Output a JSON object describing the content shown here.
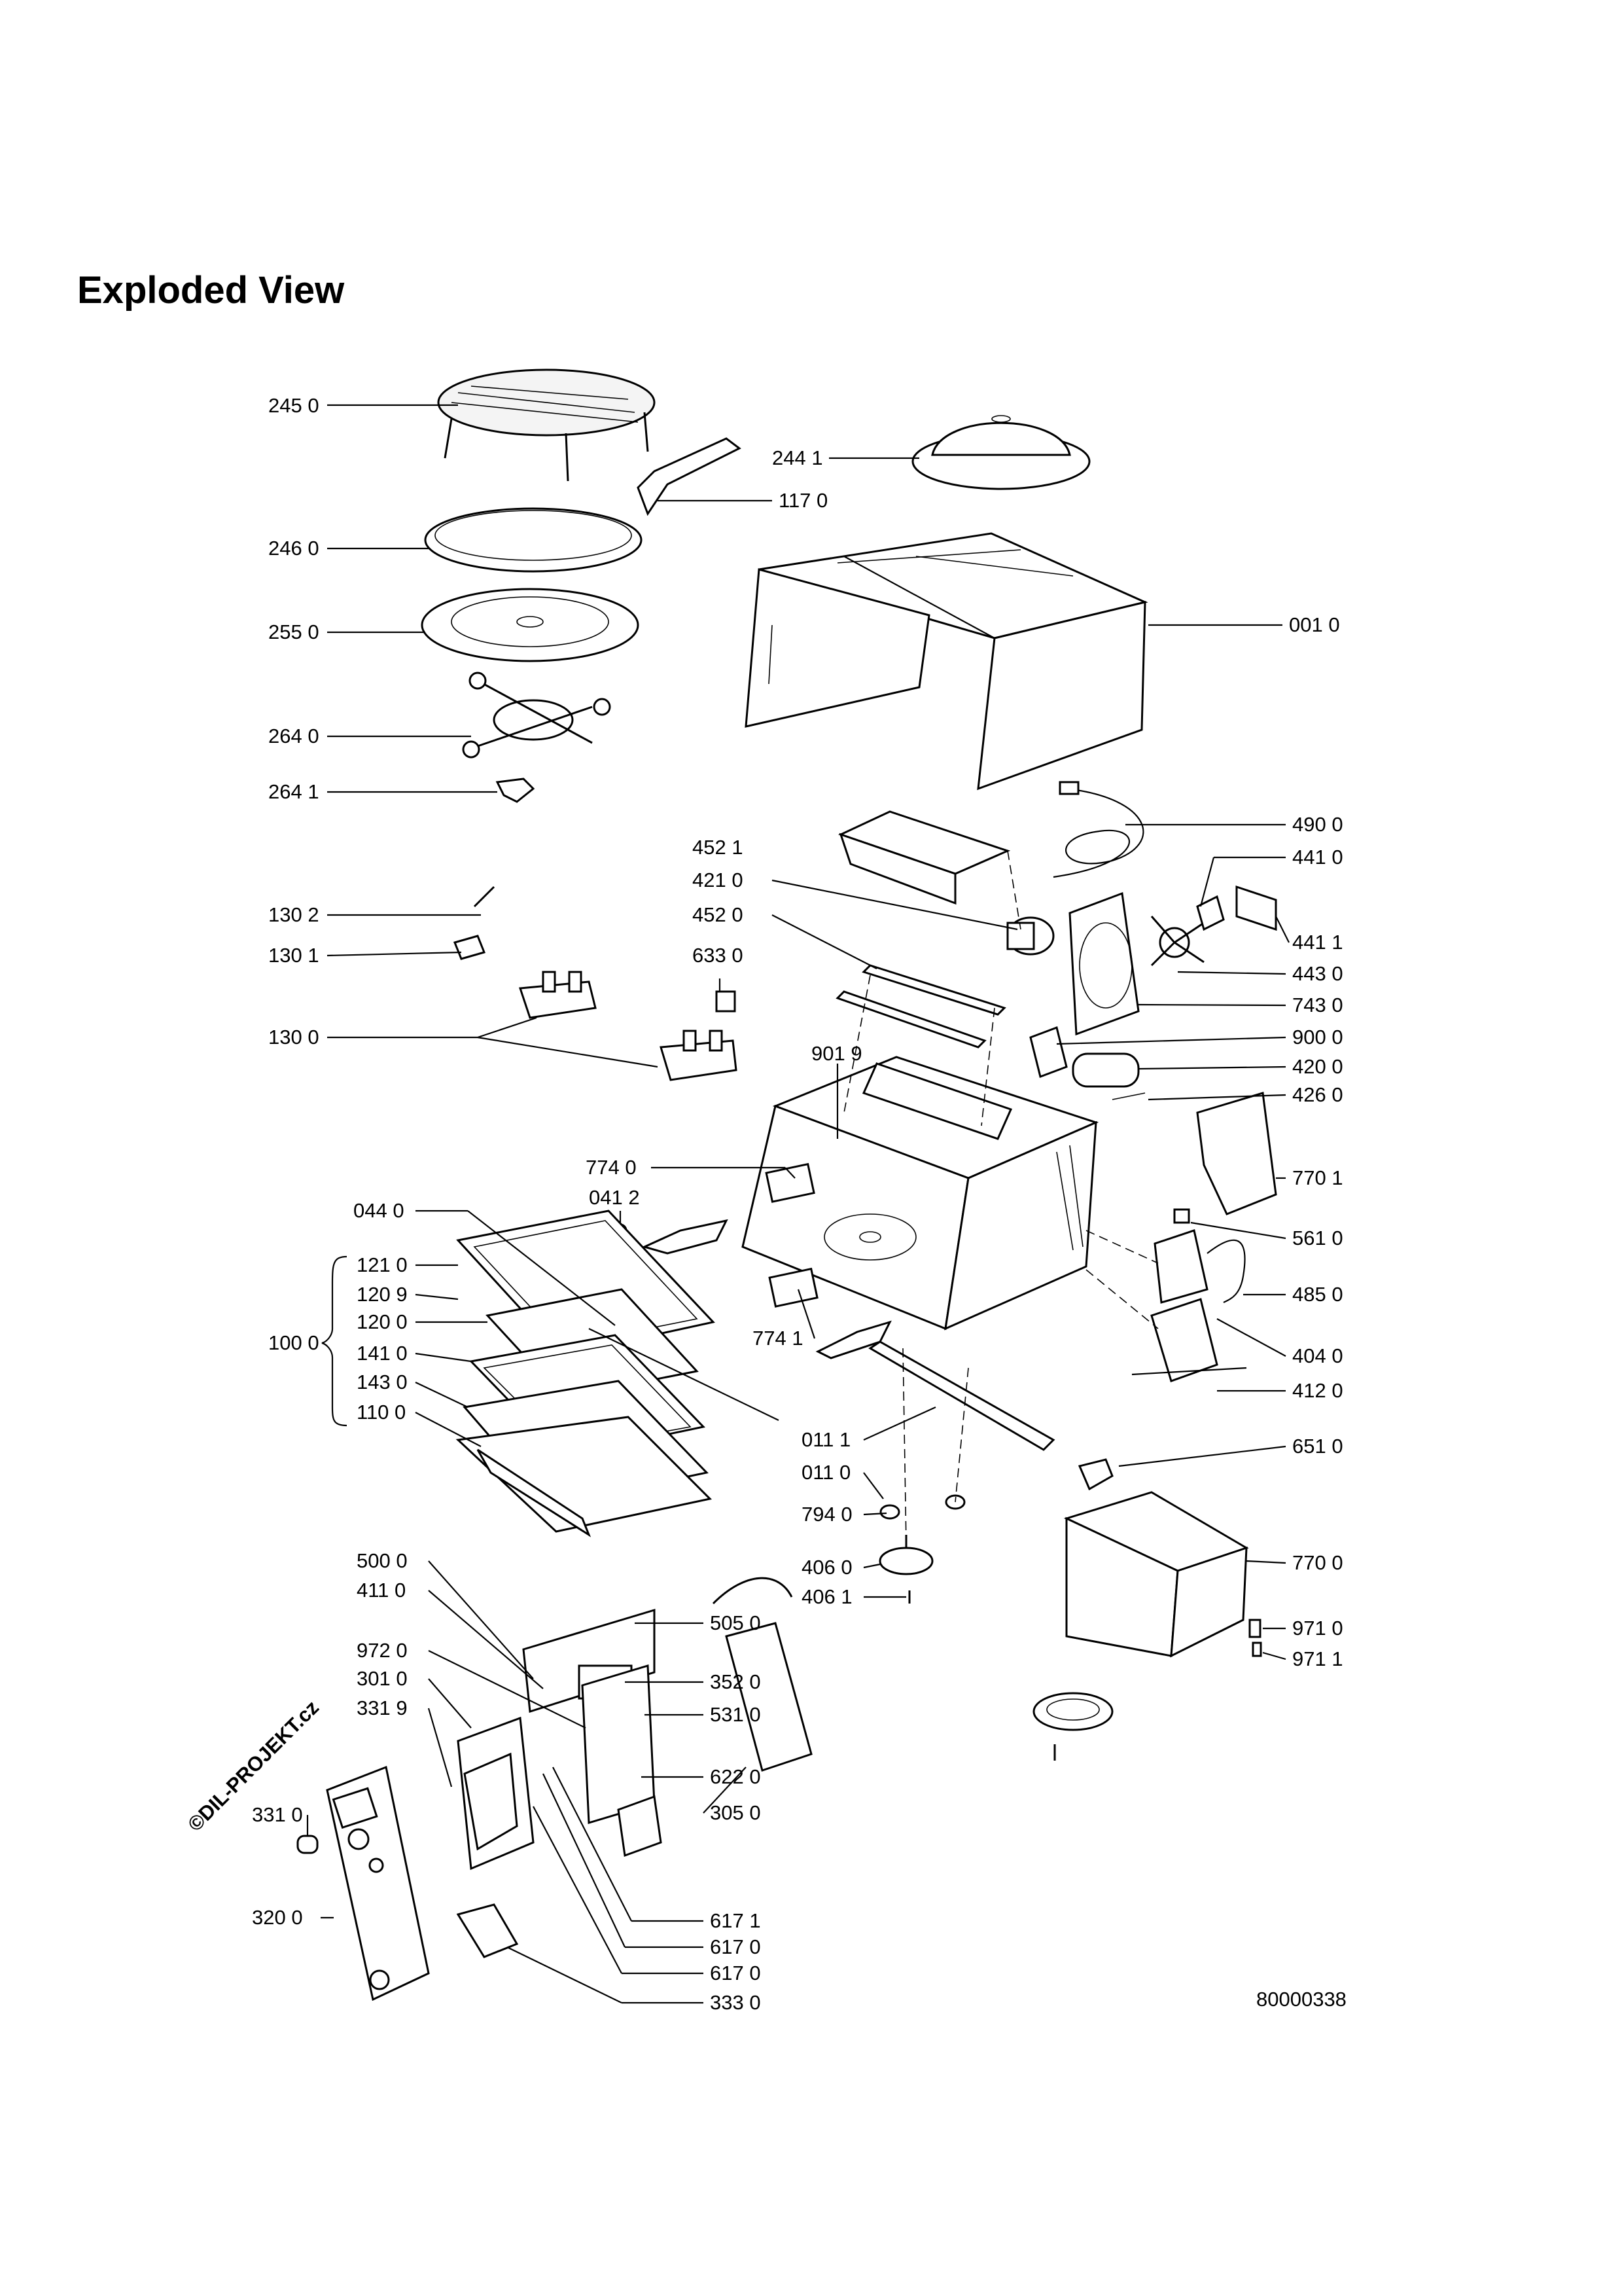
{
  "title": "Exploded View",
  "watermark": "©DIL-PROJEKT.cz",
  "doc_number": "80000338",
  "labels": {
    "p2450": "245 0",
    "p2441": "244 1",
    "p1170": "117 0",
    "p2460": "246 0",
    "p2550": "255 0",
    "p0010": "001 0",
    "p2640": "264 0",
    "p2641": "264 1",
    "p4900": "490 0",
    "p4521": "452 1",
    "p4410": "441 0",
    "p4210": "421 0",
    "p1302": "130 2",
    "p4520": "452 0",
    "p4411": "441 1",
    "p1301": "130 1",
    "p6330": "633 0",
    "p4430": "443 0",
    "p7430": "743 0",
    "p1300": "130 0",
    "p9000": "900 0",
    "p9019": "901 9",
    "p4200": "420 0",
    "p4260": "426 0",
    "p7740": "774 0",
    "p7701": "770 1",
    "p0412": "041 2",
    "p0440": "044 0",
    "p5610": "561 0",
    "p1210": "121 0",
    "p1209": "120 9",
    "p4850": "485 0",
    "p1000": "100 0",
    "p1200": "120 0",
    "p7741": "774 1",
    "p4040": "404 0",
    "p1410": "141 0",
    "p1430": "143 0",
    "p4120": "412 0",
    "p1100": "110 0",
    "p0111": "011 1",
    "p6510": "651 0",
    "p0110": "011 0",
    "p7940": "794 0",
    "p4060": "406 0",
    "p7700": "770 0",
    "p5000": "500 0",
    "p4061": "406 1",
    "p4110": "411 0",
    "p5050": "505 0",
    "p9710": "971 0",
    "p9720": "972 0",
    "p9711": "971 1",
    "p3520": "352 0",
    "p3010": "301 0",
    "p5310": "531 0",
    "p3319": "331 9",
    "p6220": "622 0",
    "p3310": "331 0",
    "p3050": "305 0",
    "p6171": "617 1",
    "p6170a": "617 0",
    "p3200": "320 0",
    "p6170b": "617 0",
    "p3330": "333 0"
  }
}
